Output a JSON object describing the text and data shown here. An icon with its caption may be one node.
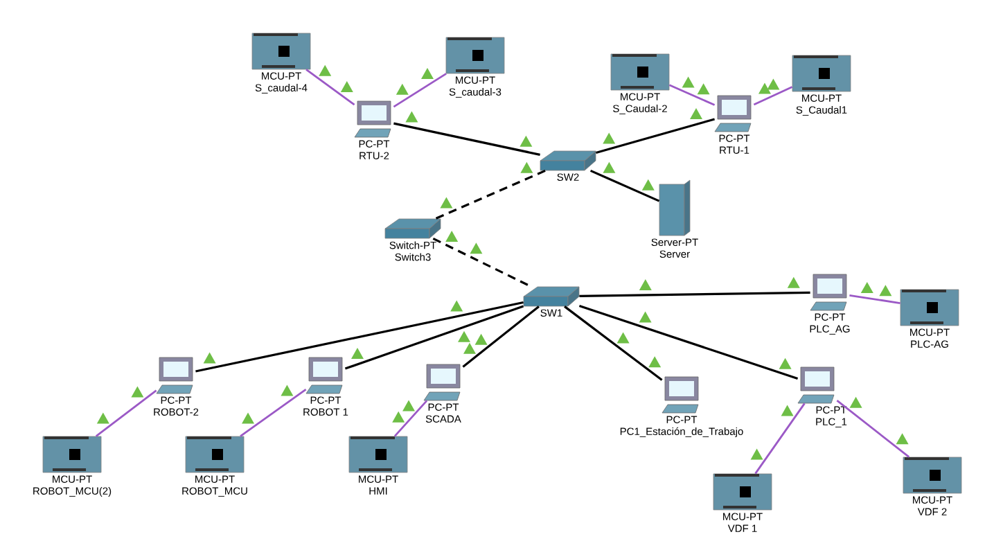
{
  "diagram": {
    "nodes": [
      {
        "text": [
          "MCU-PT",
          "S_caudal-4"
        ]
      },
      {
        "text": [
          "PC-PT",
          "RTU-2"
        ]
      },
      {
        "text": [
          "MCU-PT",
          "S_caudal-3"
        ]
      },
      {
        "text": [
          "MCU-PT",
          "S_Caudal-2"
        ]
      },
      {
        "text": [
          "PC-PT",
          "RTU-1"
        ]
      },
      {
        "text": [
          "MCU-PT",
          "S_Caudal1"
        ]
      },
      {
        "text": [
          "SW2"
        ]
      },
      {
        "text": [
          "Server-PT",
          "Server"
        ]
      },
      {
        "text": [
          "Switch-PT",
          "Switch3"
        ]
      },
      {
        "text": [
          "SW1"
        ]
      },
      {
        "text": [
          "PC-PT",
          "ROBOT-2"
        ]
      },
      {
        "text": [
          "MCU-PT",
          "ROBOT_MCU(2)"
        ]
      },
      {
        "text": [
          "PC-PT",
          "ROBOT 1"
        ]
      },
      {
        "text": [
          "MCU-PT",
          "ROBOT_MCU"
        ]
      },
      {
        "text": [
          "PC-PT",
          "SCADA"
        ]
      },
      {
        "text": [
          "MCU-PT",
          "HMI"
        ]
      },
      {
        "text": [
          "PC-PT",
          "PLC_AG"
        ]
      },
      {
        "text": [
          "MCU-PT",
          "PLC-AG"
        ]
      },
      {
        "text": [
          "PC-PT",
          "PC1_Estación_de_Trabajo"
        ]
      },
      {
        "text": [
          "PC-PT",
          "PLC_1"
        ]
      },
      {
        "text": [
          "MCU-PT",
          "VDF 1"
        ]
      },
      {
        "text": [
          "MCU-PT",
          "VDF 2"
        ]
      }
    ],
    "edges": [
      {
        "from": 0,
        "to": 1,
        "arrow": "none",
        "color": "#9b59c6"
      },
      {
        "from": 2,
        "to": 1,
        "arrow": "none",
        "color": "#9b59c6"
      },
      {
        "from": 1,
        "to": 6,
        "arrow": "none"
      },
      {
        "from": 3,
        "to": 4,
        "arrow": "none",
        "color": "#9b59c6"
      },
      {
        "from": 5,
        "to": 4,
        "arrow": "none",
        "color": "#9b59c6"
      },
      {
        "from": 4,
        "to": 6,
        "arrow": "none"
      },
      {
        "from": 6,
        "to": 7,
        "arrow": "none"
      },
      {
        "from": 6,
        "to": 8,
        "arrow": "none",
        "style": "dashed"
      },
      {
        "from": 8,
        "to": 9,
        "arrow": "none",
        "style": "dashed"
      },
      {
        "from": 9,
        "to": 10,
        "arrow": "none"
      },
      {
        "from": 9,
        "to": 12,
        "arrow": "none"
      },
      {
        "from": 9,
        "to": 14,
        "arrow": "none"
      },
      {
        "from": 9,
        "to": 16,
        "arrow": "none"
      },
      {
        "from": 9,
        "to": 18,
        "arrow": "none"
      },
      {
        "from": 9,
        "to": 19,
        "arrow": "none"
      },
      {
        "from": 10,
        "to": 11,
        "arrow": "none",
        "color": "#9b59c6"
      },
      {
        "from": 12,
        "to": 13,
        "arrow": "none",
        "color": "#9b59c6"
      },
      {
        "from": 14,
        "to": 15,
        "arrow": "none",
        "color": "#9b59c6"
      },
      {
        "from": 16,
        "to": 17,
        "arrow": "none",
        "color": "#9b59c6"
      },
      {
        "from": 19,
        "to": 20,
        "arrow": "none",
        "color": "#9b59c6"
      },
      {
        "from": 19,
        "to": 21,
        "arrow": "none",
        "color": "#9b59c6"
      }
    ]
  }
}
